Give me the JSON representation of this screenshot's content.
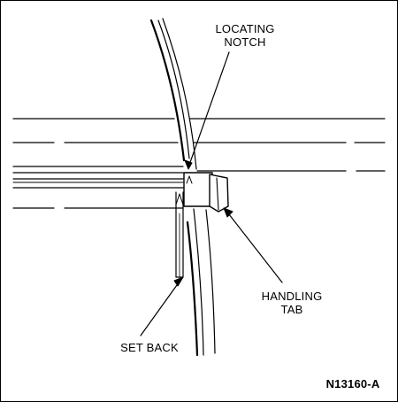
{
  "labels": {
    "locating_notch_line1": "LOCATING",
    "locating_notch_line2": "NOTCH",
    "handling_tab_line1": "HANDLING",
    "handling_tab_line2": "TAB",
    "set_back": "SET BACK"
  },
  "figure_code": "N13160-A",
  "colors": {
    "ink": "#000000",
    "paper": "#ffffff"
  }
}
